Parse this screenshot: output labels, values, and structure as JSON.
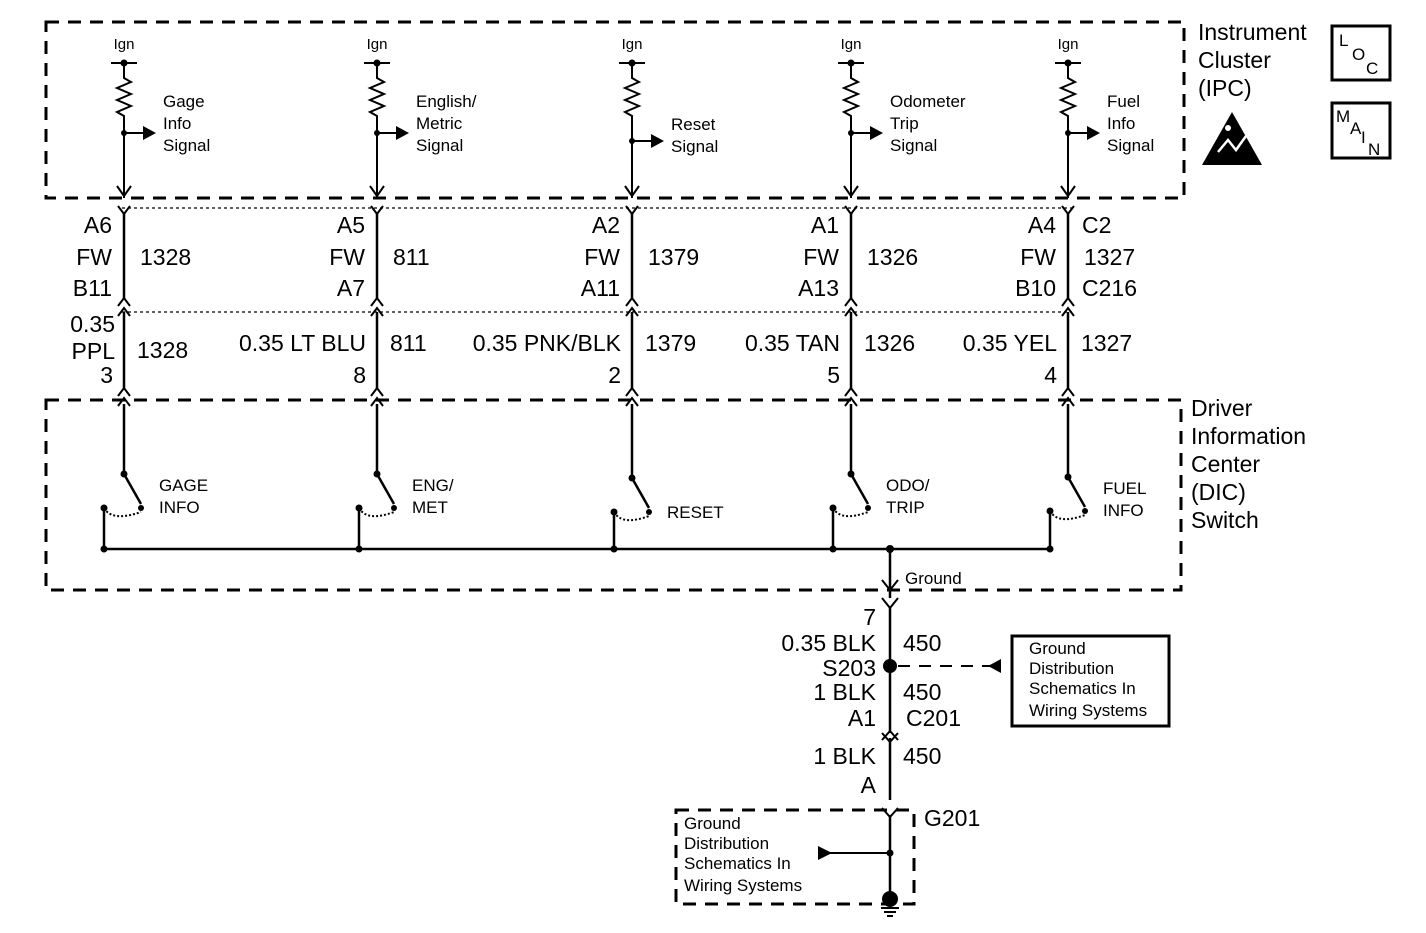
{
  "ipc": {
    "title": [
      "Instrument",
      "Cluster",
      "(IPC)"
    ],
    "badge_loc": [
      "L",
      "O",
      "C"
    ],
    "badge_main": [
      "M",
      "A",
      "I",
      "N"
    ]
  },
  "circuits": [
    {
      "ign": "Ign",
      "signal": [
        "Gage",
        "Info",
        "Signal"
      ],
      "ipc_pin": "A6",
      "conn_code": "FW",
      "inline_pin": "B11",
      "circuit": "1328",
      "wire": "0.35 PPL",
      "dic_pin": "3",
      "switch": [
        "GAGE",
        "INFO"
      ]
    },
    {
      "ign": "Ign",
      "signal": [
        "English/",
        "Metric",
        "Signal"
      ],
      "ipc_pin": "A5",
      "conn_code": "FW",
      "inline_pin": "A7",
      "circuit": "811",
      "wire": "0.35 LT BLU",
      "dic_pin": "8",
      "switch": [
        "ENG/",
        "MET"
      ]
    },
    {
      "ign": "Ign",
      "signal": [
        "Reset",
        "Signal"
      ],
      "ipc_pin": "A2",
      "conn_code": "FW",
      "inline_pin": "A11",
      "circuit": "1379",
      "wire": "0.35 PNK/BLK",
      "dic_pin": "2",
      "switch": [
        "RESET"
      ]
    },
    {
      "ign": "Ign",
      "signal": [
        "Odometer",
        "Trip",
        "Signal"
      ],
      "ipc_pin": "A1",
      "conn_code": "FW",
      "inline_pin": "A13",
      "circuit": "1326",
      "wire": "0.35 TAN",
      "dic_pin": "5",
      "switch": [
        "ODO/",
        "TRIP"
      ]
    },
    {
      "ign": "Ign",
      "signal": [
        "Fuel",
        "Info",
        "Signal"
      ],
      "ipc_pin": "A4",
      "conn_code": "FW",
      "inline_pin": "B10",
      "circuit": "1327",
      "wire": "0.35 YEL",
      "dic_pin": "4",
      "switch": [
        "FUEL",
        "INFO"
      ]
    }
  ],
  "ipc_connector": "C2",
  "inline_connector": "C216",
  "dic": {
    "title": [
      "Driver",
      "Information",
      "Center",
      "(DIC)",
      "Switch"
    ],
    "ground_label": "Ground"
  },
  "ground_path": {
    "dic_pin": "7",
    "wire1": "0.35 BLK",
    "circuit1": "450",
    "splice": "S203",
    "wire2": "1 BLK",
    "circuit2": "450",
    "conn_pin": "A1",
    "conn": "C201",
    "wire3": "1 BLK",
    "circuit3": "450",
    "ground_pin": "A",
    "ground": "G201",
    "ref_box": [
      "Ground",
      "Distribution",
      "Schematics In",
      "Wiring Systems"
    ],
    "ref_box2": [
      "Ground",
      "Distribution",
      "Schematics In",
      "Wiring Systems"
    ]
  }
}
